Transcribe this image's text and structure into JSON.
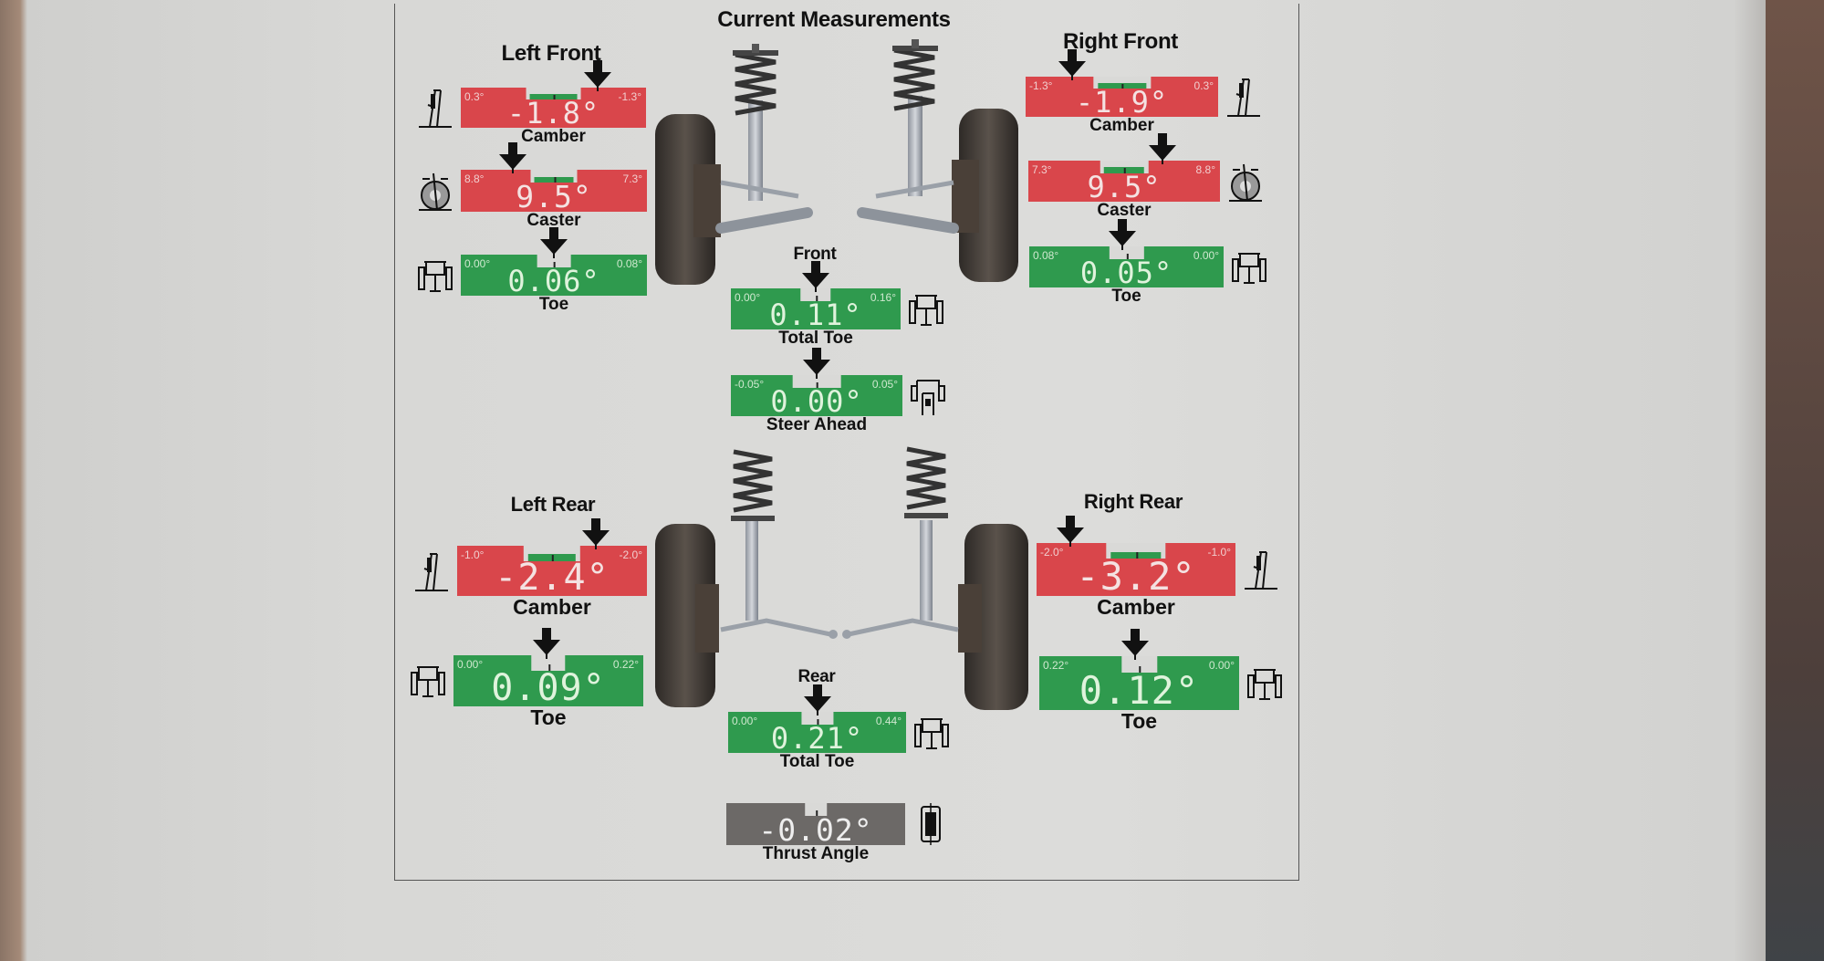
{
  "report_title": "Current Measurements",
  "sections": {
    "left_front": "Left Front",
    "right_front": "Right Front",
    "front": "Front",
    "left_rear": "Left Rear",
    "right_rear": "Right Rear",
    "rear": "Rear"
  },
  "colors": {
    "out_of_spec": "#d9464b",
    "in_spec": "#2f9a4e",
    "info": "#6c6967"
  },
  "gauges": [
    {
      "id": "lf-camber",
      "label": "Camber",
      "value": "-1.8°",
      "min": "0.3°",
      "max": "-1.3°",
      "status": "red",
      "indicator": 0.74,
      "icon": "camber"
    },
    {
      "id": "lf-caster",
      "label": "Caster",
      "value": "9.5°",
      "min": "8.8°",
      "max": "7.3°",
      "status": "red",
      "indicator": 0.28,
      "icon": "caster"
    },
    {
      "id": "lf-toe",
      "label": "Toe",
      "value": "0.06°",
      "min": "0.00°",
      "max": "0.08°",
      "status": "green",
      "indicator": 0.5,
      "icon": "toe"
    },
    {
      "id": "rf-camber",
      "label": "Camber",
      "value": "-1.9°",
      "min": "-1.3°",
      "max": "0.3°",
      "status": "red",
      "indicator": 0.24,
      "icon": "camber"
    },
    {
      "id": "rf-caster",
      "label": "Caster",
      "value": "9.5°",
      "min": "7.3°",
      "max": "8.8°",
      "status": "red",
      "indicator": 0.7,
      "icon": "caster"
    },
    {
      "id": "rf-toe",
      "label": "Toe",
      "value": "0.05°",
      "min": "0.08°",
      "max": "0.00°",
      "status": "green",
      "indicator": 0.48,
      "icon": "toe"
    },
    {
      "id": "front-total-toe",
      "label": "Total Toe",
      "value": "0.11°",
      "min": "0.00°",
      "max": "0.16°",
      "status": "green",
      "indicator": 0.5,
      "icon": "toe"
    },
    {
      "id": "steer-ahead",
      "label": "Steer Ahead",
      "value": "0.00°",
      "min": "-0.05°",
      "max": "0.05°",
      "status": "green",
      "indicator": 0.5,
      "icon": "steer"
    },
    {
      "id": "lr-camber",
      "label": "Camber",
      "value": "-2.4°",
      "min": "-1.0°",
      "max": "-2.0°",
      "status": "red",
      "indicator": 0.73,
      "icon": "camber"
    },
    {
      "id": "lr-toe",
      "label": "Toe",
      "value": "0.09°",
      "min": "0.00°",
      "max": "0.22°",
      "status": "green",
      "indicator": 0.49,
      "icon": "toe"
    },
    {
      "id": "rr-camber",
      "label": "Camber",
      "value": "-3.2°",
      "min": "-2.0°",
      "max": "-1.0°",
      "status": "red",
      "indicator": 0.17,
      "icon": "camber"
    },
    {
      "id": "rr-toe",
      "label": "Toe",
      "value": "0.12°",
      "min": "0.22°",
      "max": "0.00°",
      "status": "green",
      "indicator": 0.48,
      "icon": "toe"
    },
    {
      "id": "rear-total-toe",
      "label": "Total Toe",
      "value": "0.21°",
      "min": "0.00°",
      "max": "0.44°",
      "status": "green",
      "indicator": 0.5,
      "icon": "toe"
    },
    {
      "id": "thrust-angle",
      "label": "Thrust Angle",
      "value": "-0.02°",
      "min": "",
      "max": "",
      "status": "gray",
      "indicator": null,
      "icon": "thrust"
    }
  ]
}
